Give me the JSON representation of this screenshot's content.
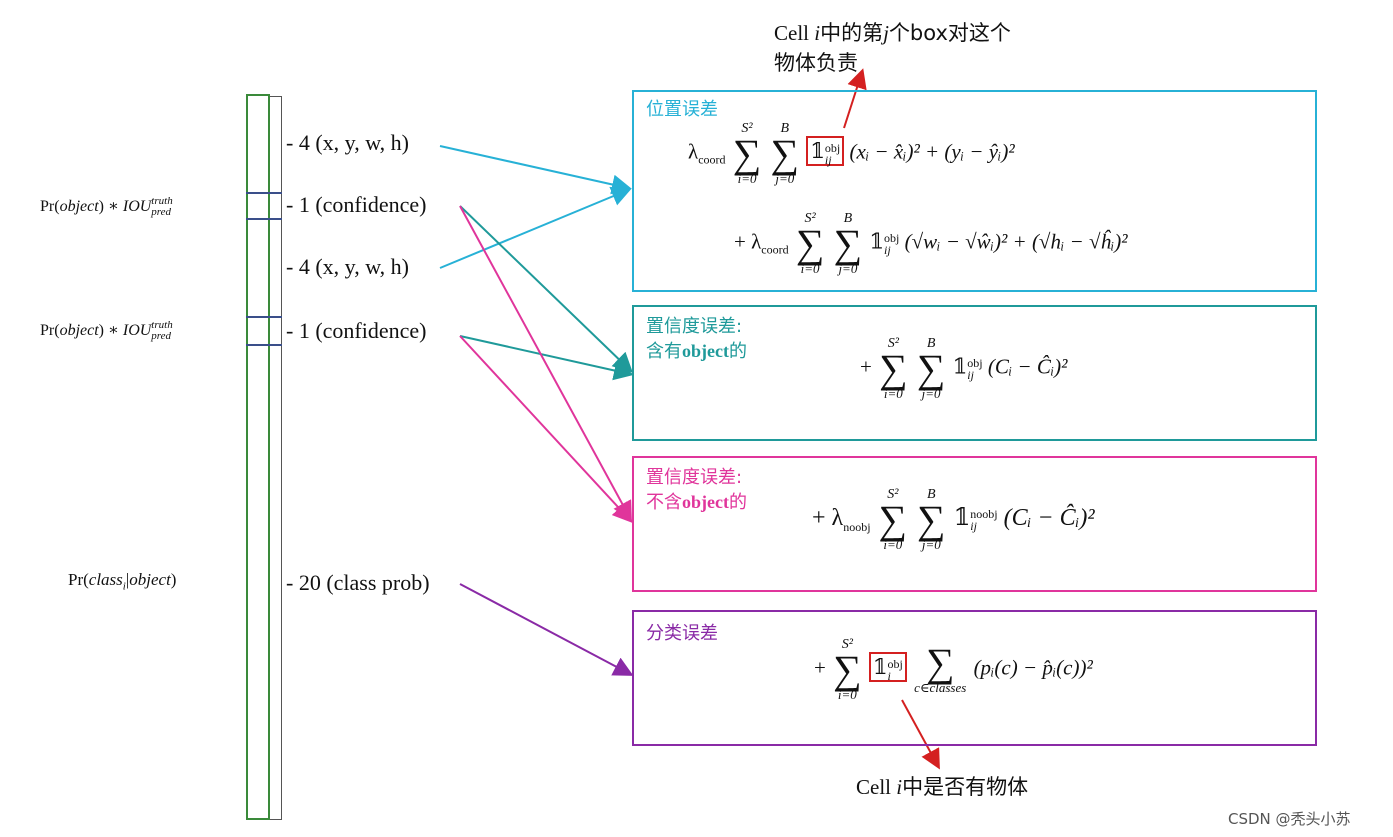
{
  "top_note": {
    "line1_prefix": "Cell ",
    "line1_i": "i",
    "line1_mid": "中的第",
    "line1_j": "j",
    "line1_suffix": "个box对这个",
    "line2": "物体负责"
  },
  "bottom_note": {
    "prefix": "Cell ",
    "i": "i",
    "suffix": "中是否有物体"
  },
  "vector": {
    "slots": [
      {
        "label": "4 (x, y, w, h)"
      },
      {
        "label": "1 (confidence)"
      },
      {
        "label": "4 (x, y, w, h)"
      },
      {
        "label": "1 (confidence)"
      },
      {
        "label": "20 (class prob)"
      }
    ],
    "pr_conf": {
      "pre": "Pr(",
      "obj": "object",
      "mid": ") ∗ ",
      "iou": "IOU",
      "sup": "truth",
      "sub": "pred"
    },
    "pr_class": {
      "pre": "Pr(",
      "cls": "class",
      "ci": "i",
      "bar": "|",
      "obj": "object",
      "post": ")"
    }
  },
  "boxes": {
    "position": {
      "title": "位置误差",
      "color": "#27b1d6"
    },
    "conf_obj": {
      "title_line1": "置信度误差:",
      "title_line2_pre": "含有",
      "title_line2_bold": "object",
      "title_line2_post": "的",
      "color": "#1f9a9a"
    },
    "conf_noobj": {
      "title_line1": "置信度误差:",
      "title_line2_pre": "不含",
      "title_line2_bold": "object",
      "title_line2_post": "的",
      "color": "#e0359b"
    },
    "class": {
      "title": "分类误差",
      "color": "#8a2aa6"
    }
  },
  "math": {
    "lambda_coord": "λ",
    "coord": "coord",
    "lambda_noobj": "λ",
    "noobj": "noobj",
    "sum": "∑",
    "S2": "S²",
    "B": "B",
    "i0": "i=0",
    "j0": "j=0",
    "c_classes": "c∈classes",
    "ind": "𝟙",
    "obj": "obj",
    "ij": "ij",
    "i": "i",
    "pos_term1": "(xᵢ − x̂ᵢ)² + (yᵢ − ŷᵢ)²",
    "pos_term2": "(√wᵢ − √ŵᵢ)² + (√hᵢ − √ĥᵢ)²",
    "conf_term": "(Cᵢ − Ĉᵢ)²",
    "class_term": "(pᵢ(c) − p̂ᵢ(c))²",
    "plus": "+"
  },
  "colors": {
    "cyan": "#27b1d6",
    "teal": "#1f9a9a",
    "magenta": "#e0359b",
    "purple": "#8a2aa6",
    "red": "#d42020",
    "green": "#3a8a3a",
    "navy": "#3a4f8a"
  },
  "watermark": "CSDN @秃头小苏"
}
